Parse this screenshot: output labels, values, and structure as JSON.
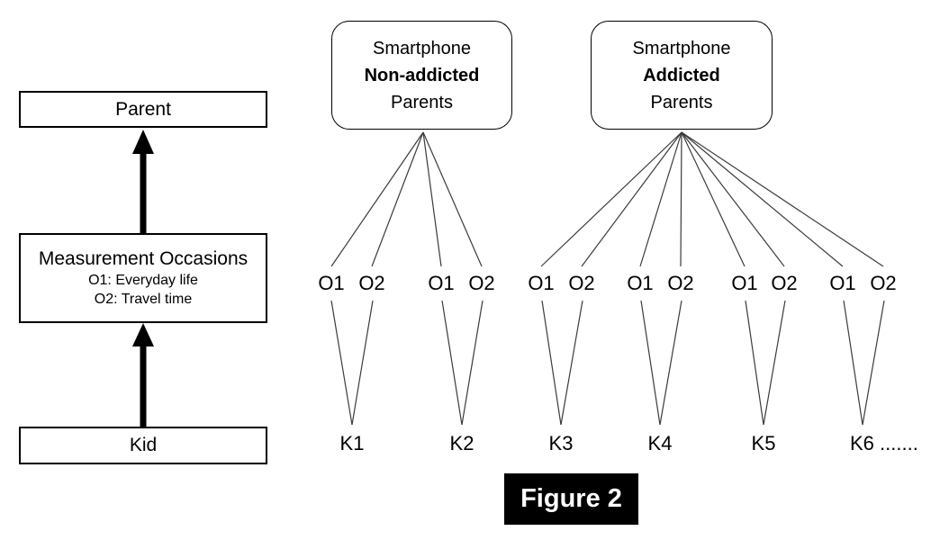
{
  "caption": {
    "label": "Figure 2"
  },
  "left_flow": {
    "parent_label": "Parent",
    "measurement": {
      "title": "Measurement Occasions",
      "items": [
        "O1: Everyday life",
        "O2: Travel time"
      ]
    },
    "kid_label": "Kid"
  },
  "groups": [
    {
      "title_top": "Smartphone",
      "title_bold": "Non-addicted",
      "title_bottom": "Parents",
      "kids": [
        {
          "label": "K1",
          "occasions": [
            "O1",
            "O2"
          ]
        },
        {
          "label": "K2",
          "occasions": [
            "O1",
            "O2"
          ]
        }
      ]
    },
    {
      "title_top": "Smartphone",
      "title_bold": "Addicted",
      "title_bottom": "Parents",
      "kids": [
        {
          "label": "K3",
          "occasions": [
            "O1",
            "O2"
          ]
        },
        {
          "label": "K4",
          "occasions": [
            "O1",
            "O2"
          ]
        },
        {
          "label": "K5",
          "occasions": [
            "O1",
            "O2"
          ]
        },
        {
          "label": "K6 .......",
          "occasions": [
            "O1",
            "O2"
          ]
        }
      ]
    }
  ],
  "colors": {
    "line": "#000000",
    "background": "#ffffff",
    "caption_bg": "#000000",
    "caption_text": "#ffffff"
  }
}
